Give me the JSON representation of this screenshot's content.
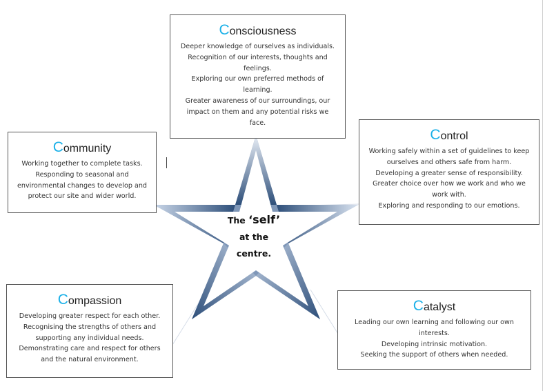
{
  "colors": {
    "accent_initial": "#1ab0e8",
    "star_dark": "#2e4f7a",
    "star_light": "#e8eef6"
  },
  "center": {
    "line1_prefix": "The ",
    "line1_word": "‘self’",
    "line2": "at the",
    "line3": "centre."
  },
  "consciousness": {
    "initial": "C",
    "rest": "onsciousness",
    "lines": [
      "Deeper knowledge of ourselves as individuals.",
      "Recognition of our interests, thoughts and",
      "feelings.",
      "Exploring our own preferred methods of",
      "learning.",
      "Greater awareness of our surroundings, our",
      "impact on them and any potential risks we",
      "face."
    ]
  },
  "community": {
    "initial": "C",
    "rest": "ommunity",
    "lines": [
      "Working together to complete tasks.",
      "Responding to seasonal and",
      "environmental changes to develop and",
      "protect our site and wider world."
    ]
  },
  "control": {
    "initial": "C",
    "rest": "ontrol",
    "lines": [
      "Working safely within a set of guidelines to keep",
      "ourselves and others safe from harm.",
      "Developing a greater sense of responsibility.",
      "Greater choice over how we work and who we",
      "work with.",
      "Exploring and responding to our emotions."
    ]
  },
  "compassion": {
    "initial": "C",
    "rest": "ompassion",
    "lines": [
      "Developing greater respect for each other.",
      "Recognising the strengths of others and",
      "supporting any individual needs.",
      "Demonstrating care and respect for others",
      "and the natural environment."
    ]
  },
  "catalyst": {
    "initial": "C",
    "rest": "atalyst",
    "lines": [
      "Leading our own learning and following our own",
      "interests.",
      "Developing intrinsic motivation.",
      "Seeking the support of others when needed."
    ]
  }
}
